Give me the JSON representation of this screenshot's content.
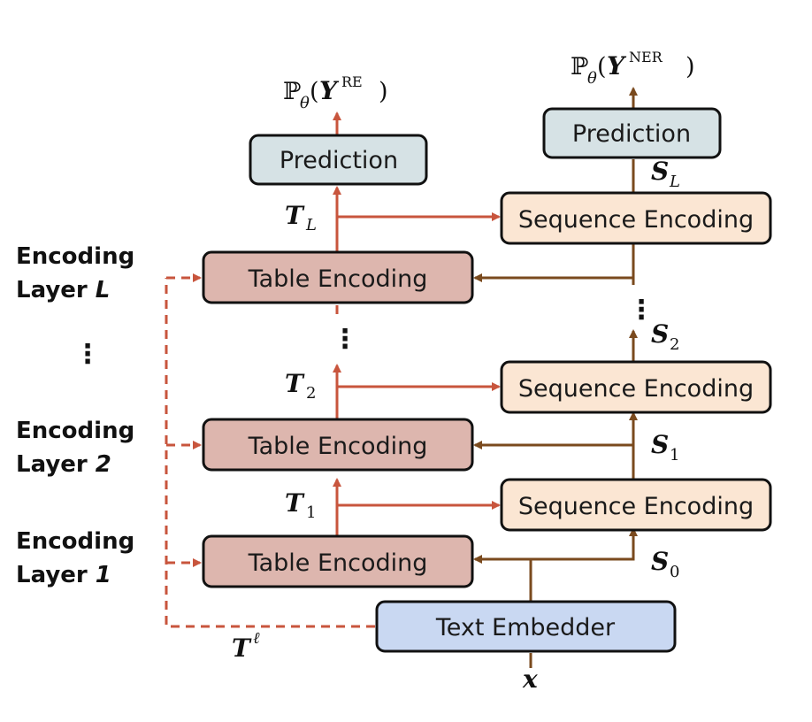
{
  "colors": {
    "table_fill": "#ddb6ae",
    "sequence_fill": "#fbe6d3",
    "prediction_fill": "#d6e2e5",
    "embedder_fill": "#c9d8f2",
    "re_arrow": "#c8553d",
    "ner_arrow": "#7a4a1e",
    "box_stroke": "#111111"
  },
  "prediction_re": {
    "label": "Prediction",
    "output_label": "ℙ",
    "output_sub": "θ",
    "output_var": "Y",
    "output_sup": "RE"
  },
  "prediction_ner": {
    "label": "Prediction",
    "output_label": "ℙ",
    "output_sub": "θ",
    "output_var": "Y",
    "output_sup": "NER"
  },
  "table_encodings": [
    {
      "label": "Table Encoding"
    },
    {
      "label": "Table Encoding"
    },
    {
      "label": "Table Encoding"
    }
  ],
  "sequence_encodings": [
    {
      "label": "Sequence Encoding"
    },
    {
      "label": "Sequence Encoding"
    },
    {
      "label": "Sequence Encoding"
    }
  ],
  "text_embedder": {
    "label": "Text Embedder"
  },
  "input_var": "x",
  "t_labels": [
    {
      "var": "T",
      "sub": "1"
    },
    {
      "var": "T",
      "sub": "2"
    },
    {
      "var": "T",
      "sub": "L"
    }
  ],
  "s_labels": [
    {
      "var": "S",
      "sub": "0"
    },
    {
      "var": "S",
      "sub": "1"
    },
    {
      "var": "S",
      "sub": "2"
    },
    {
      "var": "S",
      "sub": "L"
    }
  ],
  "t_ell": {
    "var": "T",
    "sup": "ℓ"
  },
  "layers": [
    {
      "line1": "Encoding",
      "line2": "Layer ",
      "index": "1"
    },
    {
      "line1": "Encoding",
      "line2": "Layer ",
      "index": "2"
    },
    {
      "line1": "Encoding",
      "line2": "Layer ",
      "index": "L"
    }
  ],
  "ellipsis": "⋮"
}
